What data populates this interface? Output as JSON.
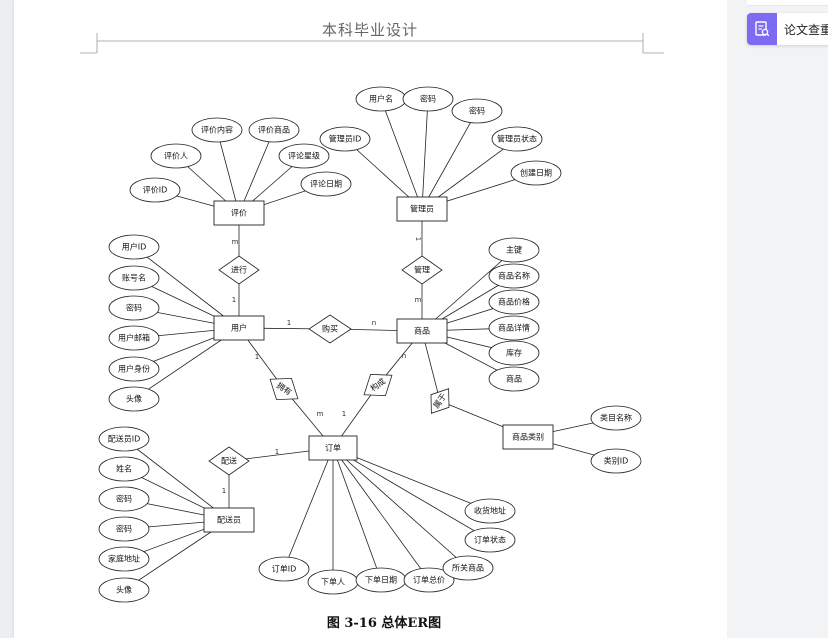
{
  "document": {
    "header_title": "本科毕业设计",
    "figure_caption": "图 3-16 总体ER图"
  },
  "sidebar_tool": {
    "label": "论文查重",
    "icon": "document-check-icon",
    "accent_color": "#7d6cf1"
  },
  "er": {
    "entities": {
      "review": "评价",
      "admin": "管理员",
      "user": "用户",
      "product": "商品",
      "category": "商品类别",
      "order": "订单",
      "courier": "配送员"
    },
    "relations": {
      "conduct": "进行",
      "manage": "管理",
      "purchase": "购买",
      "possess": "拥有",
      "compose": "构成",
      "belong": "属于",
      "deliver": "配送"
    },
    "attributes": {
      "review": [
        "评价ID",
        "评价人",
        "评价内容",
        "评价商品",
        "评论星级",
        "评论日期"
      ],
      "admin": [
        "管理员ID",
        "用户名",
        "密码",
        "密码",
        "管理员状态",
        "创建日期"
      ],
      "user": [
        "用户ID",
        "账号名",
        "密码",
        "用户邮箱",
        "用户身份",
        "头像"
      ],
      "product": [
        "主键",
        "商品名称",
        "商品价格",
        "商品详情",
        "库存",
        "商品"
      ],
      "category": [
        "类目名称",
        "类别ID"
      ],
      "courier": [
        "配送员ID",
        "姓名",
        "密码",
        "密码",
        "家庭地址",
        "头像"
      ],
      "order": [
        "订单ID",
        "下单人",
        "下单日期",
        "订单总价",
        "所关商品",
        "订单状态",
        "收货地址"
      ]
    },
    "cardinality": {
      "review_conduct": "m",
      "conduct_user": "1",
      "admin_manage": "1",
      "manage_product": "m",
      "user_purchase": "1",
      "purchase_product": "n",
      "user_possess": "1",
      "possess_order": "m",
      "order_compose": "1",
      "compose_product": "n",
      "order_deliver": "1",
      "deliver_courier": "1"
    }
  }
}
